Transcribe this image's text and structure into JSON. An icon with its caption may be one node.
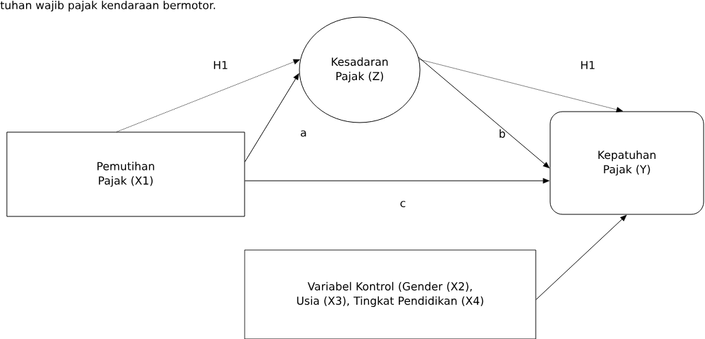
{
  "diagram": {
    "nodes": [
      {
        "text": [
          "Pemutihan Pajak (X1)"
        ]
      },
      {
        "text": [
          "Kesadaran Pajak (Z)"
        ]
      },
      {
        "text": [
          "Kepatuhan Pajak (Y)"
        ]
      },
      {
        "text": [
          "Variabel Kontrol (Gender (X2), Usia (X3), Tingkat Pendidikan (X4)"
        ]
      }
    ],
    "edges": [
      {
        "from": 0,
        "to": 1,
        "arrow": "to",
        "label": "H1",
        "style": "dashed"
      },
      {
        "from": 0,
        "to": 1,
        "arrow": "to",
        "label": "a"
      },
      {
        "from": 1,
        "to": 2,
        "arrow": "to",
        "label": "b"
      },
      {
        "from": 1,
        "to": 2,
        "arrow": "to",
        "label": "H1",
        "style": "dashed"
      },
      {
        "from": 0,
        "to": 2,
        "arrow": "to",
        "label": "c"
      },
      {
        "from": 3,
        "to": 2,
        "arrow": "to"
      }
    ],
    "labels": [
      "tuhan wajib pajak kendaraan bermotor."
    ]
  }
}
